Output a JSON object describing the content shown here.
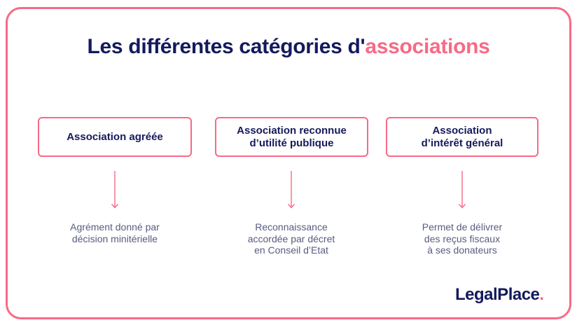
{
  "title": {
    "prefix": "Les différentes catégories d'",
    "accent": "associations"
  },
  "categories": [
    {
      "name": "Association agréée",
      "description": "Agrément donné par\ndécision minitérielle"
    },
    {
      "name": "Association reconnue\nd’utilité publique",
      "description": "Reconnaissance\naccordée par décret\nen Conseil d’Etat"
    },
    {
      "name": "Association\nd’intérêt général",
      "description": "Permet de délivrer\ndes reçus fiscaux\nà ses donateurs"
    }
  ],
  "logo": {
    "text": "LegalPlace",
    "dot": "."
  },
  "colors": {
    "accent": "#f76a87",
    "navy": "#141a5c",
    "description_text": "#575c7e"
  },
  "icons": {
    "connector": "arrow-down-icon"
  }
}
